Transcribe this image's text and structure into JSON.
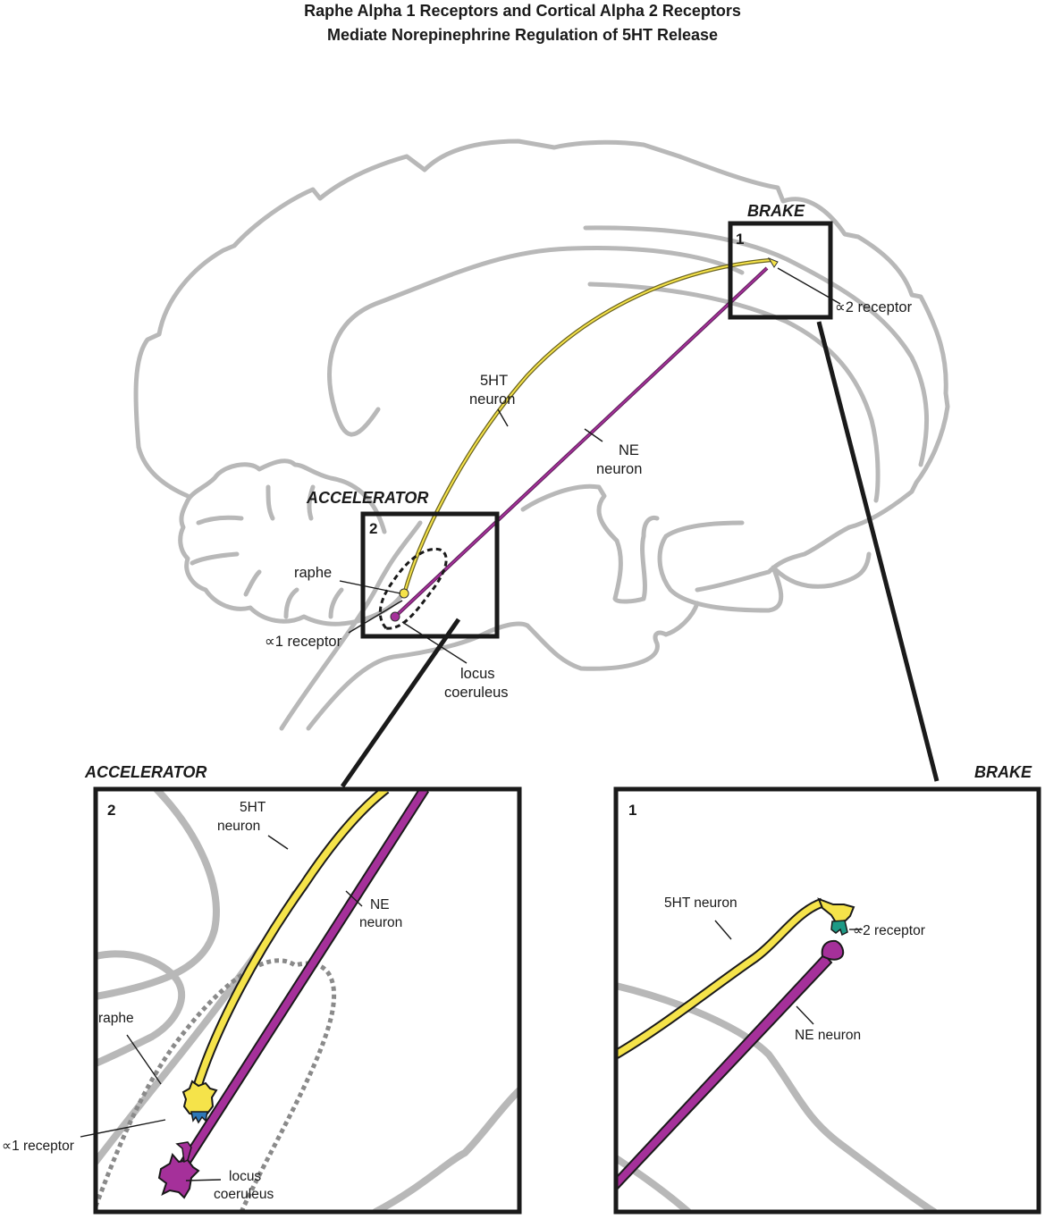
{
  "title": {
    "line1": "Raphe Alpha 1 Receptors and Cortical Alpha 2 Receptors",
    "line2": "Mediate Norepinephrine Regulation of 5HT Release"
  },
  "colors": {
    "serotonin_neuron": "#f5e34a",
    "norepinephrine_neuron": "#a5309a",
    "alpha1_receptor": "#2e78b8",
    "alpha2_receptor": "#1e9a86",
    "brain_outline": "#b8b8b8",
    "frame": "#1a1a1a"
  },
  "overview": {
    "brake": {
      "header": "BRAKE",
      "number": "1",
      "receptor_label": "∝2 receptor"
    },
    "accelerator": {
      "header": "ACCELERATOR",
      "number": "2"
    },
    "labels": {
      "ht_neuron_line1": "5HT",
      "ht_neuron_line2": "neuron",
      "ne_neuron_line1": "NE",
      "ne_neuron_line2": "neuron",
      "raphe": "raphe",
      "alpha1_receptor": "∝1 receptor",
      "locus_line1": "locus",
      "locus_line2": "coeruleus"
    }
  },
  "inset_accelerator": {
    "header": "ACCELERATOR",
    "number": "2",
    "ht_neuron_line1": "5HT",
    "ht_neuron_line2": "neuron",
    "ne_neuron_line1": "NE",
    "ne_neuron_line2": "neuron",
    "raphe": "raphe",
    "alpha1_receptor": "∝1 receptor",
    "locus_line1": "locus",
    "locus_line2": "coeruleus"
  },
  "inset_brake": {
    "header": "BRAKE",
    "number": "1",
    "ht_neuron": "5HT neuron",
    "alpha2_receptor": "∝2 receptor",
    "ne_neuron": "NE neuron"
  }
}
